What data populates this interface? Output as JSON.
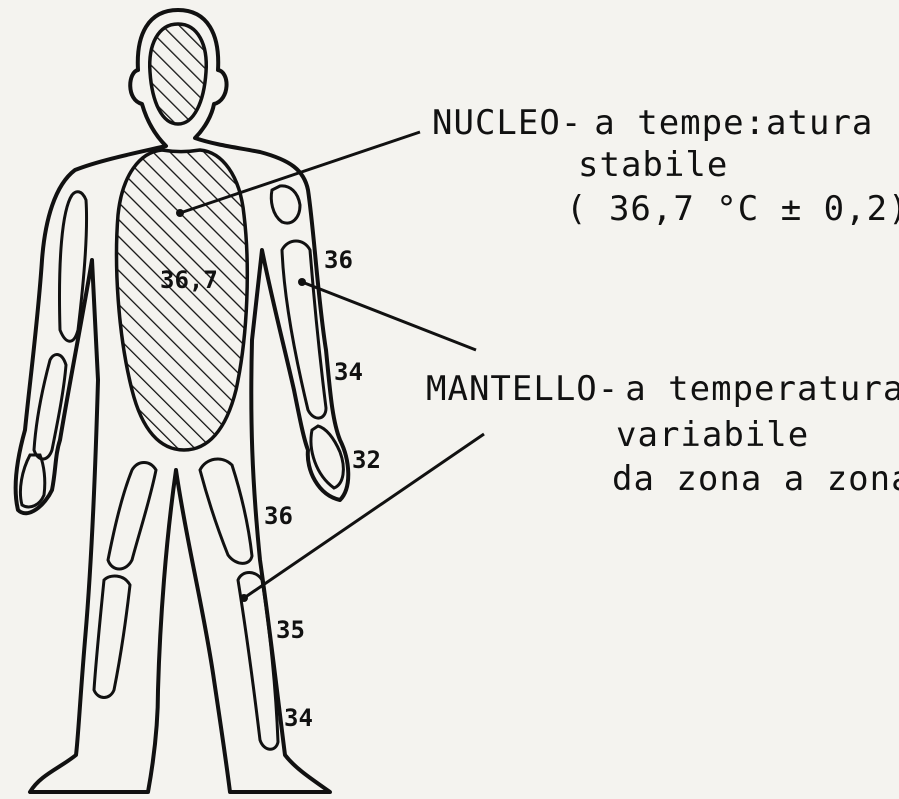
{
  "nucleo": {
    "line1_head": "NUCLEO-",
    "line1_tail": "a tempe:atura",
    "line2": "stabile",
    "line3": "( 36,7 °C ± 0,2)"
  },
  "mantello": {
    "line1_head": "MANTELLO-",
    "line1_tail": "a temperatura",
    "line2": "variabile",
    "line3": "da zona a zona"
  },
  "temperatures": {
    "core": "36,7",
    "upper_arm": "36",
    "forearm": "34",
    "hand": "32",
    "thigh": "36",
    "shin": "35",
    "ankle": "34"
  }
}
